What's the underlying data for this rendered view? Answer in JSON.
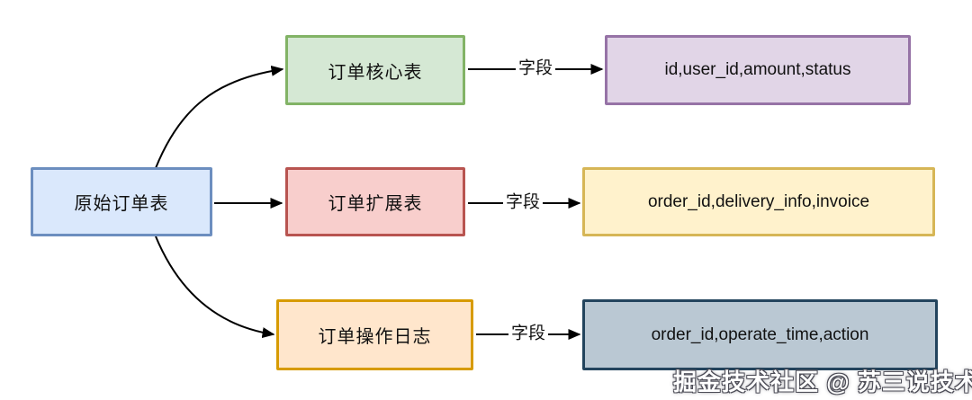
{
  "diagram": {
    "source_table": {
      "label": "原始订单表"
    },
    "branches": [
      {
        "table_label": "订单核心表",
        "edge_label": "字段",
        "fields": "id,user_id,amount,status"
      },
      {
        "table_label": "订单扩展表",
        "edge_label": "字段",
        "fields": "order_id,delivery_info,invoice"
      },
      {
        "table_label": "订单操作日志",
        "edge_label": "字段",
        "fields": "order_id,operate_time,action"
      }
    ],
    "watermark": "掘金技术社区 @ 苏三说技术",
    "colors": {
      "source_fill": "#dae8fc",
      "source_border": "#6c8ebf",
      "core_fill": "#d5e8d4",
      "core_border": "#82b366",
      "core_fields_fill": "#e1d5e7",
      "core_fields_border": "#9673a6",
      "ext_fill": "#f8cecc",
      "ext_border": "#b85450",
      "ext_fields_fill": "#fff2cc",
      "ext_fields_border": "#d6b656",
      "log_fill": "#ffe6cc",
      "log_border": "#d79b00",
      "log_fields_fill": "#bac8d3",
      "log_fields_border": "#23445d",
      "edge_stroke": "#000000",
      "background": "#ffffff"
    }
  }
}
